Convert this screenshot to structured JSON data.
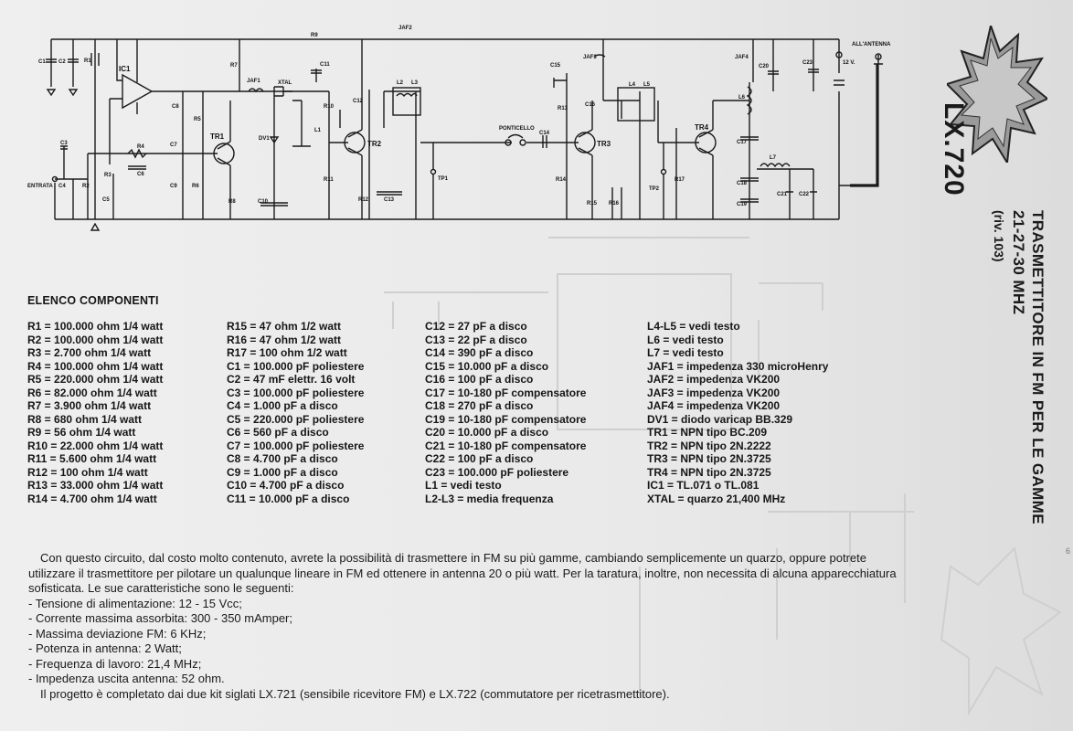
{
  "schematic": {
    "title_labels": [
      "ALL'ANTENNA",
      "ENTRATA",
      "PONTICELLO",
      "12 V."
    ],
    "parts": [
      "IC1",
      "TR1",
      "TR2",
      "TR3",
      "TR4",
      "R1",
      "R2",
      "R3",
      "R4",
      "R5",
      "R6",
      "R7",
      "R8",
      "R9",
      "R10",
      "R11",
      "R12",
      "R13",
      "R14",
      "R15",
      "R16",
      "R17",
      "C1",
      "C2",
      "C3",
      "C4",
      "C5",
      "C6",
      "C7",
      "C8",
      "C9",
      "C10",
      "C11",
      "C12",
      "C13",
      "C14",
      "C15",
      "C16",
      "C17",
      "C18",
      "C19",
      "C20",
      "C21",
      "C22",
      "C23",
      "JAF1",
      "JAF2",
      "JAF3",
      "JAF4",
      "XTAL",
      "DV1",
      "L1",
      "L2",
      "L3",
      "L4",
      "L5",
      "L6",
      "L7",
      "TP1",
      "TP2"
    ]
  },
  "badge": {
    "code": "LX.720"
  },
  "title": {
    "line1": "TRASMETTITORE IN FM PER LE GAMME",
    "line2": "21-27-30 MHZ",
    "line3": "(riv. 103)"
  },
  "components": {
    "heading": "ELENCO COMPONENTI",
    "col1": [
      "R1 = 100.000 ohm 1/4 watt",
      "R2 = 100.000 ohm 1/4 watt",
      "R3 = 2.700 ohm 1/4 watt",
      "R4 = 100.000 ohm 1/4 watt",
      "R5 = 220.000 ohm 1/4 watt",
      "R6 = 82.000 ohm 1/4 watt",
      "R7 = 3.900 ohm 1/4 watt",
      "R8 = 680 ohm 1/4 watt",
      "R9 = 56 ohm 1/4 watt",
      "R10 = 22.000 ohm 1/4 watt",
      "R11 = 5.600 ohm 1/4 watt",
      "R12 = 100 ohm 1/4 watt",
      "R13 = 33.000 ohm 1/4 watt",
      "R14 = 4.700 ohm 1/4 watt"
    ],
    "col2": [
      "R15 = 47 ohm 1/2 watt",
      "R16 = 47 ohm 1/2 watt",
      "R17 = 100 ohm 1/2 watt",
      "C1 = 100.000 pF poliestere",
      "C2 = 47 mF elettr. 16 volt",
      "C3 = 100.000 pF poliestere",
      "C4 = 1.000 pF a disco",
      "C5 = 220.000 pF poliestere",
      "C6 = 560 pF a disco",
      "C7 = 100.000 pF poliestere",
      "C8 = 4.700 pF a disco",
      "C9 = 1.000 pF a disco",
      "C10 = 4.700 pF a disco",
      "C11 = 10.000 pF a disco"
    ],
    "col3": [
      "C12 = 27 pF a disco",
      "C13 = 22 pF a disco",
      "C14 = 390 pF a disco",
      "C15 = 10.000 pF a disco",
      "C16 = 100 pF a disco",
      "C17 = 10-180 pF compensatore",
      "C18 = 270 pF a disco",
      "C19 = 10-180 pF compensatore",
      "C20 = 10.000 pF a disco",
      "C21 = 10-180 pF compensatore",
      "C22 = 100 pF a disco",
      "C23 = 100.000 pF poliestere",
      "L1 = vedi testo",
      "L2-L3 = media frequenza"
    ],
    "col4": [
      "L4-L5 = vedi testo",
      "L6 = vedi testo",
      "L7 = vedi testo",
      "JAF1 = impedenza 330 microHenry",
      "JAF2 = impedenza VK200",
      "JAF3 = impedenza VK200",
      "JAF4 = impedenza VK200",
      "DV1 = diodo varicap BB.329",
      "TR1 = NPN tipo BC.209",
      "TR2 = NPN tipo 2N.2222",
      "TR3 = NPN tipo 2N.3725",
      "TR4 = NPN tipo 2N.3725",
      "IC1 = TL.071 o TL.081",
      "XTAL = quarzo 21,400 MHz"
    ]
  },
  "description": {
    "intro": "Con questo circuito, dal costo molto contenuto, avrete la possibilità di trasmettere in FM su più gamme, cambiando semplicemente un quarzo, oppure potrete utilizzare il trasmettitore per pilotare un qualunque lineare in FM ed ottenere in antenna 20 o più watt. Per la taratura, inoltre, non necessita di alcuna apparecchiatura sofisticata. Le sue caratteristiche sono le seguenti:",
    "specs": [
      "- Tensione di alimentazione: 12 - 15 Vcc;",
      "- Corrente massima assorbita: 300 - 350 mAmper;",
      "- Massima deviazione FM: 6 KHz;",
      "- Potenza in antenna: 2 Watt;",
      "- Frequenza di lavoro: 21,4 MHz;",
      "- Impedenza uscita antenna: 52 ohm."
    ],
    "closing": "Il progetto è completato dai due kit siglati LX.721 (sensibile ricevitore FM) e LX.722 (commutatore per ricetrasmettitore)."
  },
  "page_mark": "6"
}
